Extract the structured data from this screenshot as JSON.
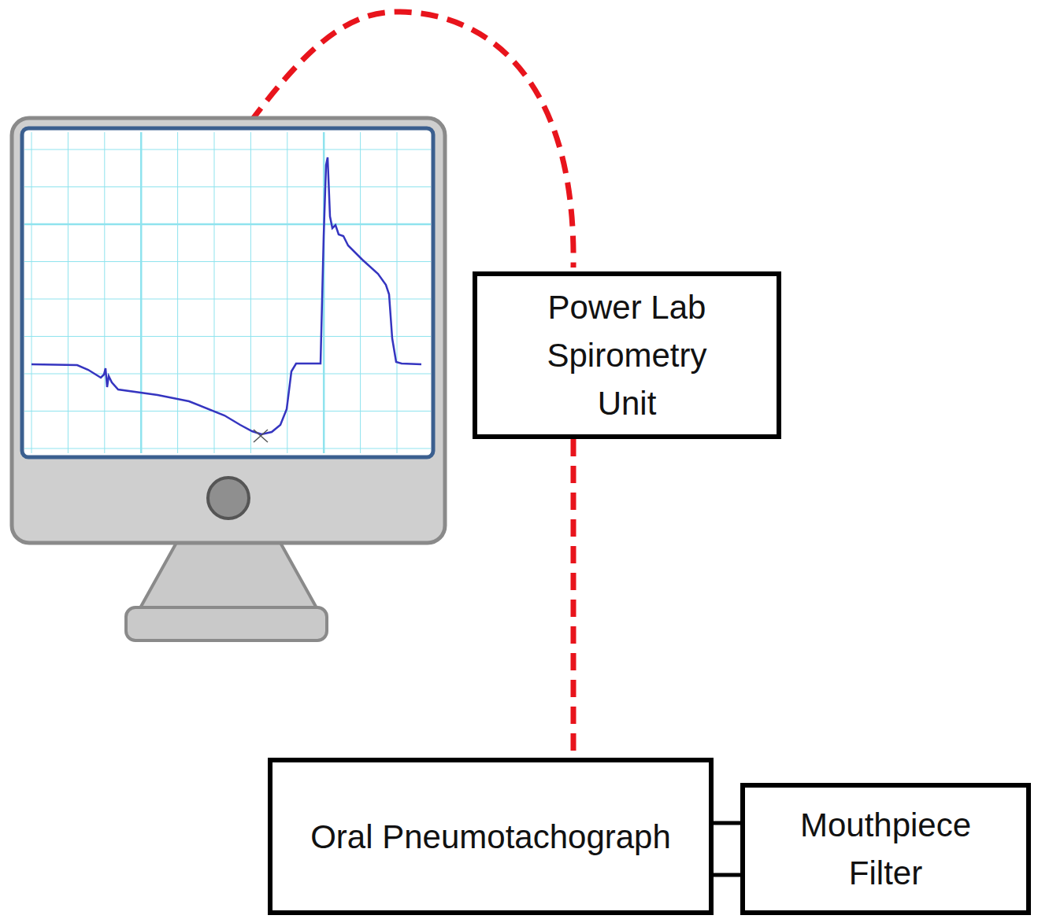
{
  "diagram": {
    "nodes": [
      {
        "text": [
          "Power Lab Spirometry Unit"
        ]
      },
      {
        "text": [
          "Oral Pneumotachograph"
        ]
      },
      {
        "text": [
          "Mouthpiece Filter"
        ]
      }
    ],
    "edges": [
      {
        "from": 0,
        "to": 1,
        "arrow": "none"
      },
      {
        "from": 1,
        "to": 2,
        "arrow": "none"
      }
    ]
  }
}
